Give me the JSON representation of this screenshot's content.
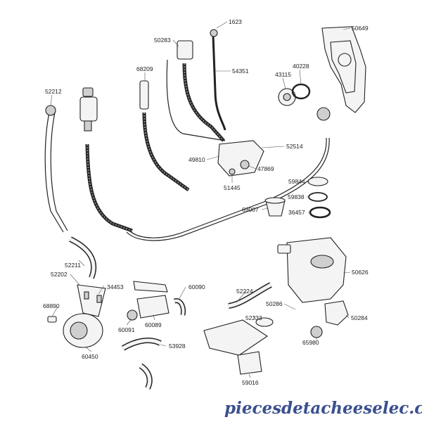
{
  "diagram": {
    "watermark": "piecesdetacheeselec.com",
    "part_numbers": {
      "p1623": "1623",
      "p50649": "50649",
      "p50283": "50283",
      "p54351": "54351",
      "p68209": "68209",
      "p40228": "40228",
      "p43115": "43115",
      "p52212": "52212",
      "p52514": "52514",
      "p49810": "49810",
      "p47869": "47869",
      "p51445": "51445",
      "p59844": "59844",
      "p59838": "59838",
      "p69007": "69007",
      "p36457": "36457",
      "p52211": "52211",
      "p52202": "52202",
      "p34453": "34453",
      "p60090": "60090",
      "p52224": "52224",
      "p50626": "50626",
      "p68890": "68890",
      "p50286": "50286",
      "p50284": "50284",
      "p60091": "60091",
      "p60089": "60089",
      "p52233": "52233",
      "p65980": "65980",
      "p60450": "60450",
      "p53928": "53928",
      "p59016": "59016"
    }
  }
}
